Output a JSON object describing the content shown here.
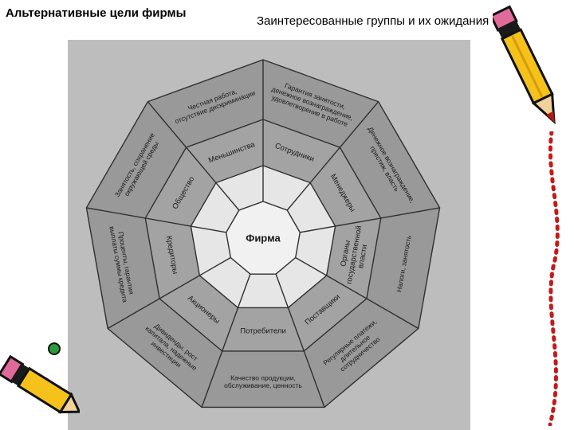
{
  "slide": {
    "title_left": "Альтернативные цели фирмы",
    "title_right": "Заинтересованные группы и их ожидания"
  },
  "diagram": {
    "center": "Фирма",
    "inner_labels": [
      "Сотрудники",
      "Менеджеры",
      "Органы государственной власти",
      "Поставщики",
      "Потребители",
      "Акционеры",
      "Кредиторы",
      "Общество",
      "Меньшинства"
    ],
    "outer_labels": [
      "Гарантия занятости, денежное вознаграждение, удовлетворение в работе",
      "Денежное вознаграждение, престиж, власть",
      "Налоги, занятость",
      "Регулярные платежи, длительное сотрудничество",
      "Качество продукции, обслуживание, ценность",
      "Дивиденды, рост капитала, надежные инвестиции",
      "Проценты, гарантия выплаты суммы кредита",
      "Занятость, сохранение окружающей среды",
      "Честная работа, отсутствие дискриминации"
    ],
    "colors": {
      "outer": "#999999",
      "middle": "#a3a3a3",
      "inner": "#e6e6e6",
      "center": "#f1f1f1",
      "lines": "#2f2f2f",
      "background": "#bdbdbd"
    }
  },
  "decor": {
    "icons": [
      "pencil-icon",
      "pencil-icon"
    ],
    "colors": {
      "pencil_body": "#f4c21a",
      "pencil_band": "#101010",
      "pencil_tip": "#b01a14",
      "eraser": "#e06a9a",
      "dots": "#c41a1a"
    }
  }
}
